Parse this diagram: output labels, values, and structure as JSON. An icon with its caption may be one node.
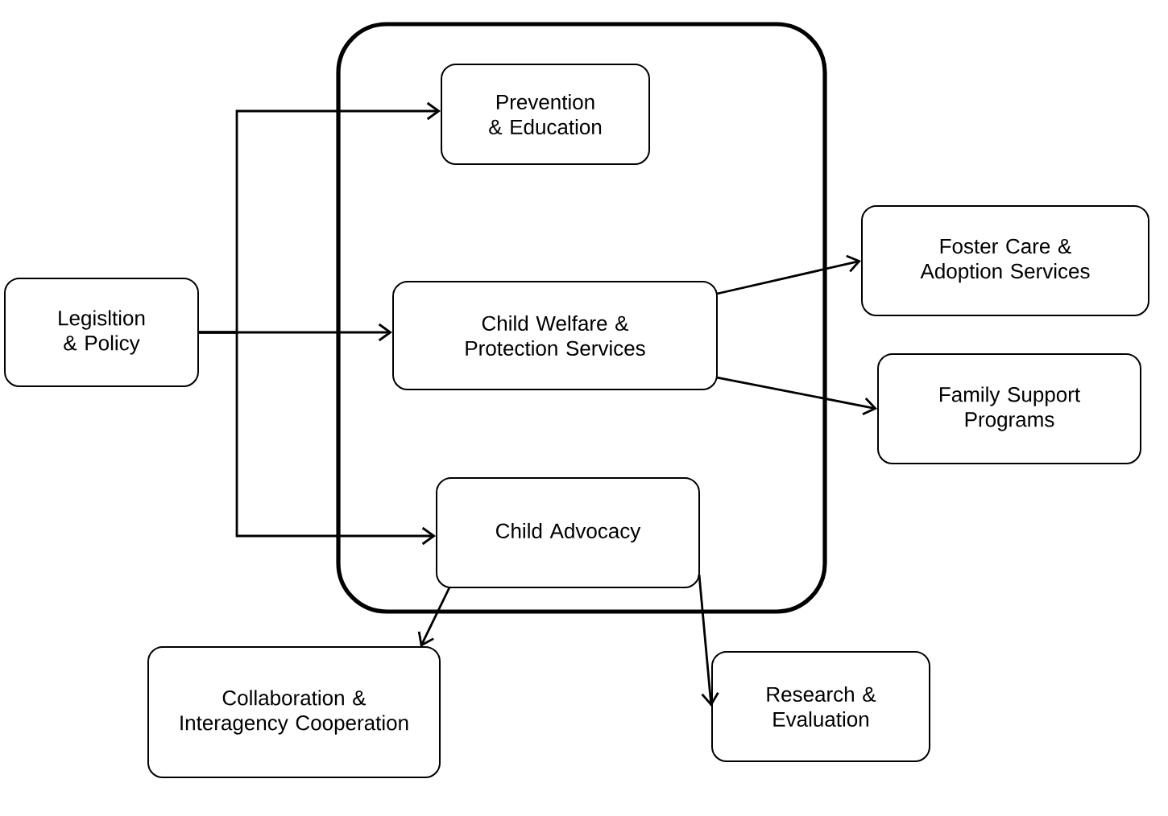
{
  "diagram": {
    "nodes": [
      {
        "text": [],
        "shape": "box"
      },
      {
        "text": [
          "Prevention & Education"
        ],
        "in": 0
      },
      {
        "text": [
          "Child Welfare & Protection Services"
        ],
        "in": 0
      },
      {
        "text": [
          "Child Advocacy"
        ],
        "in": 0
      },
      {
        "text": [
          "Legisltion & Policy"
        ]
      },
      {
        "text": [
          "Foster Care & Adoption Services"
        ]
      },
      {
        "text": [
          "Family Support Programs"
        ]
      },
      {
        "text": [
          "Collaboration & Interagency Cooperation"
        ]
      },
      {
        "text": [
          "Research & Evaluation"
        ]
      }
    ],
    "edges": [
      {
        "from": 4,
        "to": 1,
        "arrow": "to"
      },
      {
        "from": 4,
        "to": 2,
        "arrow": "to"
      },
      {
        "from": 4,
        "to": 3,
        "arrow": "to"
      },
      {
        "from": 2,
        "to": 5,
        "arrow": "to"
      },
      {
        "from": 2,
        "to": 6,
        "arrow": "to"
      },
      {
        "from": 3,
        "to": 7,
        "arrow": "to"
      },
      {
        "from": 3,
        "to": 8,
        "arrow": "to"
      }
    ]
  }
}
